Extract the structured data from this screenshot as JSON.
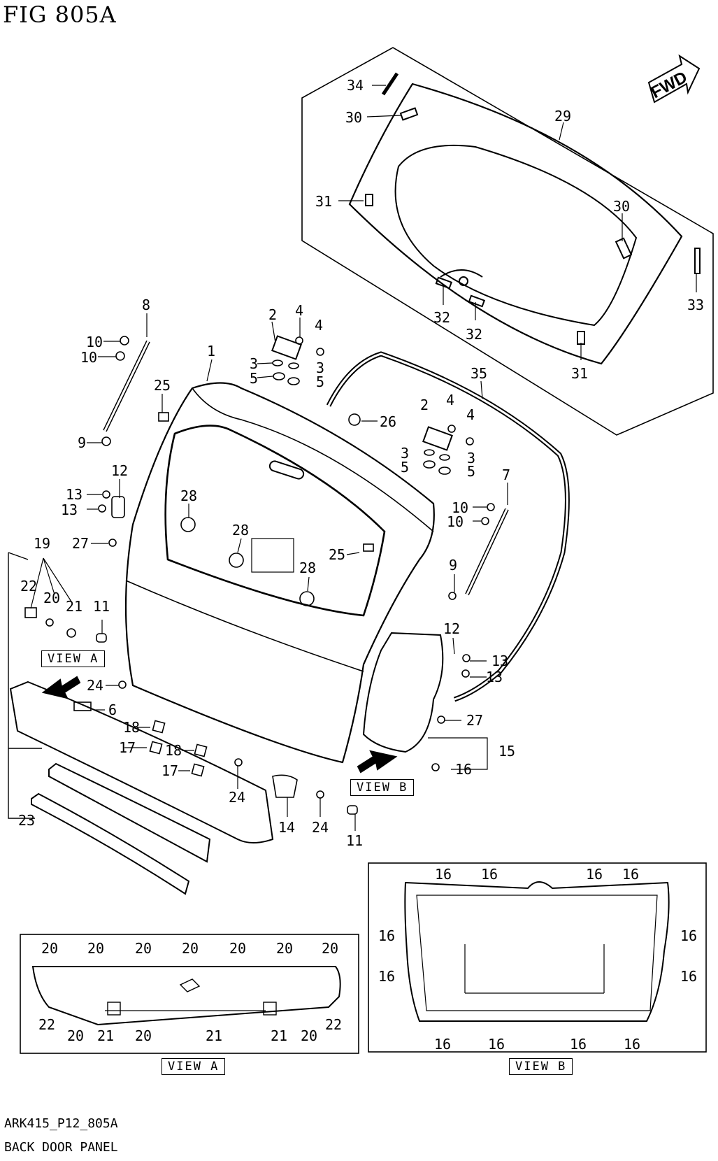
{
  "figure_title": "FIG 805A",
  "footer": {
    "code": "ARK415_P12_805A",
    "name": "BACK DOOR PANEL"
  },
  "fwd_label": "FWD",
  "view_labels": {
    "a_main": "VIEW A",
    "b_main": "VIEW B",
    "a_box": "VIEW A",
    "b_box": "VIEW B"
  },
  "callouts": [
    {
      "id": "c34",
      "text": "34"
    },
    {
      "id": "c30a",
      "text": "30"
    },
    {
      "id": "c29",
      "text": "29"
    },
    {
      "id": "c31a",
      "text": "31"
    },
    {
      "id": "c30b",
      "text": "30"
    },
    {
      "id": "c32a",
      "text": "32"
    },
    {
      "id": "c32b",
      "text": "32"
    },
    {
      "id": "c33",
      "text": "33"
    },
    {
      "id": "c31b",
      "text": "31"
    },
    {
      "id": "c8",
      "text": "8"
    },
    {
      "id": "c10a",
      "text": "10"
    },
    {
      "id": "c10b",
      "text": "10"
    },
    {
      "id": "c1",
      "text": "1"
    },
    {
      "id": "c2a",
      "text": "2"
    },
    {
      "id": "c4a",
      "text": "4"
    },
    {
      "id": "c4b",
      "text": "4"
    },
    {
      "id": "c3a",
      "text": "3"
    },
    {
      "id": "c3b",
      "text": "3"
    },
    {
      "id": "c5a",
      "text": "5"
    },
    {
      "id": "c5b",
      "text": "5"
    },
    {
      "id": "c35",
      "text": "35"
    },
    {
      "id": "c25a",
      "text": "25"
    },
    {
      "id": "c26",
      "text": "26"
    },
    {
      "id": "c9a",
      "text": "9"
    },
    {
      "id": "c2b",
      "text": "2"
    },
    {
      "id": "c4c",
      "text": "4"
    },
    {
      "id": "c4d",
      "text": "4"
    },
    {
      "id": "c3c",
      "text": "3"
    },
    {
      "id": "c3d",
      "text": "3"
    },
    {
      "id": "c5c",
      "text": "5"
    },
    {
      "id": "c5d",
      "text": "5"
    },
    {
      "id": "c12a",
      "text": "12"
    },
    {
      "id": "c13a",
      "text": "13"
    },
    {
      "id": "c13b",
      "text": "13"
    },
    {
      "id": "c28a",
      "text": "28"
    },
    {
      "id": "c7",
      "text": "7"
    },
    {
      "id": "c10c",
      "text": "10"
    },
    {
      "id": "c10d",
      "text": "10"
    },
    {
      "id": "c27a",
      "text": "27"
    },
    {
      "id": "c19",
      "text": "19"
    },
    {
      "id": "c28b",
      "text": "28"
    },
    {
      "id": "c25b",
      "text": "25"
    },
    {
      "id": "c28c",
      "text": "28"
    },
    {
      "id": "c9b",
      "text": "9"
    },
    {
      "id": "c22a",
      "text": "22"
    },
    {
      "id": "c20a",
      "text": "20"
    },
    {
      "id": "c21a",
      "text": "21"
    },
    {
      "id": "c11a",
      "text": "11"
    },
    {
      "id": "c12b",
      "text": "12"
    },
    {
      "id": "c13c",
      "text": "13"
    },
    {
      "id": "c13d",
      "text": "13"
    },
    {
      "id": "c24a",
      "text": "24"
    },
    {
      "id": "c6",
      "text": "6"
    },
    {
      "id": "c27b",
      "text": "27"
    },
    {
      "id": "c18a",
      "text": "18"
    },
    {
      "id": "c17a",
      "text": "17"
    },
    {
      "id": "c18b",
      "text": "18"
    },
    {
      "id": "c15",
      "text": "15"
    },
    {
      "id": "c17b",
      "text": "17"
    },
    {
      "id": "c16a",
      "text": "16"
    },
    {
      "id": "c24b",
      "text": "24"
    },
    {
      "id": "c14",
      "text": "14"
    },
    {
      "id": "c24c",
      "text": "24"
    },
    {
      "id": "c23",
      "text": "23"
    },
    {
      "id": "c11b",
      "text": "11"
    }
  ],
  "view_a_callouts": {
    "top": [
      "20",
      "20",
      "20",
      "20",
      "20",
      "20",
      "20"
    ],
    "bottom": [
      "22",
      "20",
      "21",
      "20",
      "21",
      "21",
      "20",
      "22"
    ]
  },
  "view_b_callouts": {
    "top": [
      "16",
      "16",
      "16",
      "16"
    ],
    "left": [
      "16",
      "16"
    ],
    "right": [
      "16",
      "16"
    ],
    "bottom": [
      "16",
      "16",
      "16",
      "16"
    ]
  }
}
